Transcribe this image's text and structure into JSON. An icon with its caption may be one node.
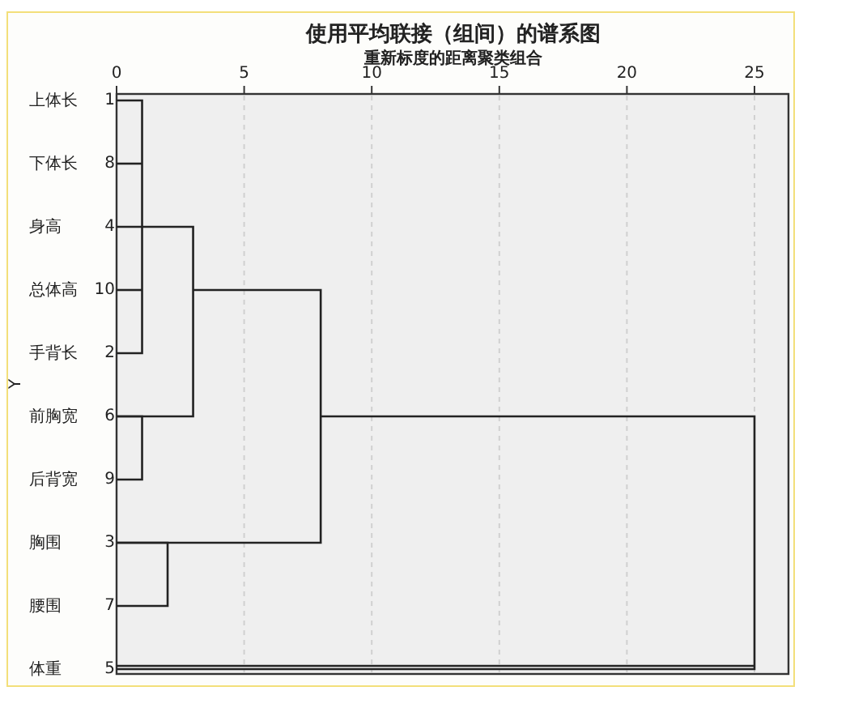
{
  "diagram": {
    "title": "使用平均联接（组间）的谱系图",
    "labels": [
      "重新标度的距离聚类组合",
      "0",
      "5",
      "10",
      "15",
      "20",
      "25",
      "上体长",
      "1",
      "下体长",
      "8",
      "身高",
      "4",
      "总体高",
      "10",
      "手背长",
      "2",
      "前胸宽",
      "6",
      "后背宽",
      "9",
      "胸围",
      "3",
      "腰围",
      "7",
      "体重",
      "5",
      "Y"
    ]
  }
}
